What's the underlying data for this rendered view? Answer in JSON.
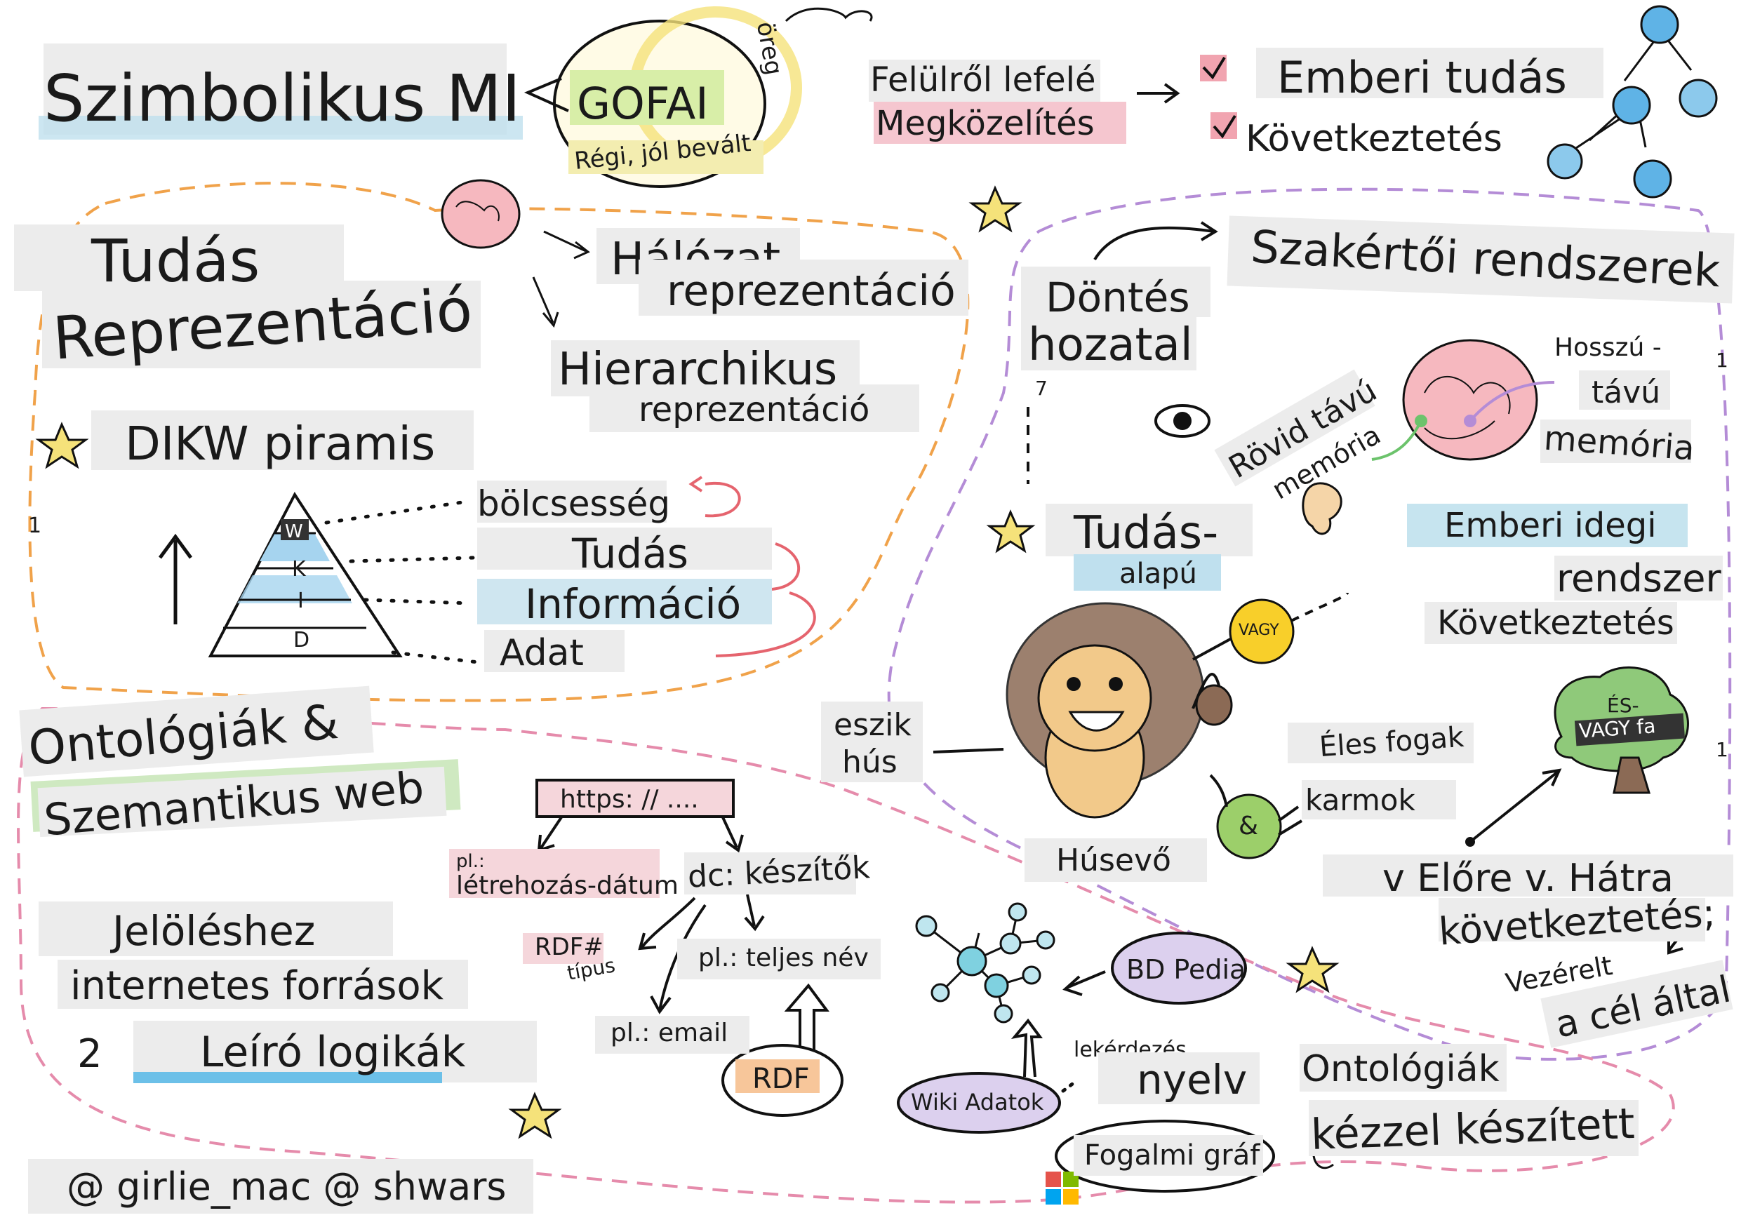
{
  "title": "Szimbolikus MI",
  "gofai": {
    "label": "GOFAI",
    "sub": "Régi, jól bevált",
    "side": "öreg"
  },
  "topdown": {
    "line1": "Felülről lefelé",
    "line2": "Megközelítés",
    "items": [
      "Emberi tudás",
      "Következtetés"
    ]
  },
  "knowledge_rep": {
    "title1": "Tudás",
    "title2": "Reprezentáció",
    "network1": "Hálózat",
    "network2": "reprezentáció",
    "hier1": "Hierarchikus",
    "hier2": "reprezentáció",
    "dikw": "DIKW piramis",
    "pyramid_letters": [
      "W",
      "K",
      "I",
      "D"
    ],
    "levels": [
      "bölcsesség",
      "Tudás",
      "Információ",
      "Adat"
    ],
    "side_marks": [
      "1"
    ]
  },
  "expert": {
    "title": "Szakértői rendszerek",
    "decision1": "Döntés",
    "decision2": "hozatal",
    "short1": "Rövid távú",
    "short2": "memória",
    "long1": "Hosszú -",
    "long2": "távú",
    "long3": "memória",
    "neural1": "Emberi idegi",
    "neural2": "rendszer",
    "inference": "Következtetés",
    "kb1": "Tudás-",
    "kb2": "alapú",
    "or_label": "VAGY",
    "and_label": "&",
    "eats1": "eszik",
    "eats2": "hús",
    "teeth": "Éles fogak",
    "claws": "karmok",
    "carnivore": "Húsevő",
    "tree1": "ÉS-",
    "tree2": "VAGY fa",
    "chain1": "v Előre v. Hátra",
    "chain2": "következtetés;",
    "goal1": "Vezérelt",
    "goal2": "a cél által",
    "side_marks": [
      "7",
      "1",
      "1"
    ]
  },
  "ontology": {
    "title1": "Ontológiák &",
    "title2": "Szemantikus web",
    "markup1": "Jelöléshez",
    "markup2": "internetes források",
    "num": "2",
    "logic": "Leíró logikák",
    "url": "https: // ....",
    "eg1": "pl.:",
    "eg2": "létrehozás-dátum",
    "dc": "dc: készítők",
    "rdf_type1": "RDF#",
    "rdf_type2": "típus",
    "fullname": "pl.: teljes név",
    "email": "pl.: email",
    "rdf": "RDF",
    "dbpedia": "BD Pedia",
    "query1": "lekérdezés",
    "query2": "nyelv",
    "wiki": "Wiki Adatok",
    "graph": "Fogalmi gráf",
    "onto_hand1": "Ontológiák",
    "onto_hand2": "kézzel készített"
  },
  "credits": "@ girlie_mac @ shwars",
  "colors": {
    "pink": "#f3c9cf",
    "blue": "#bfe0ee",
    "green": "#cfe9c1",
    "yellow": "#f5e27a",
    "orange": "#f0a24a",
    "purple": "#b48cd6",
    "dashpink": "#e58bab"
  }
}
